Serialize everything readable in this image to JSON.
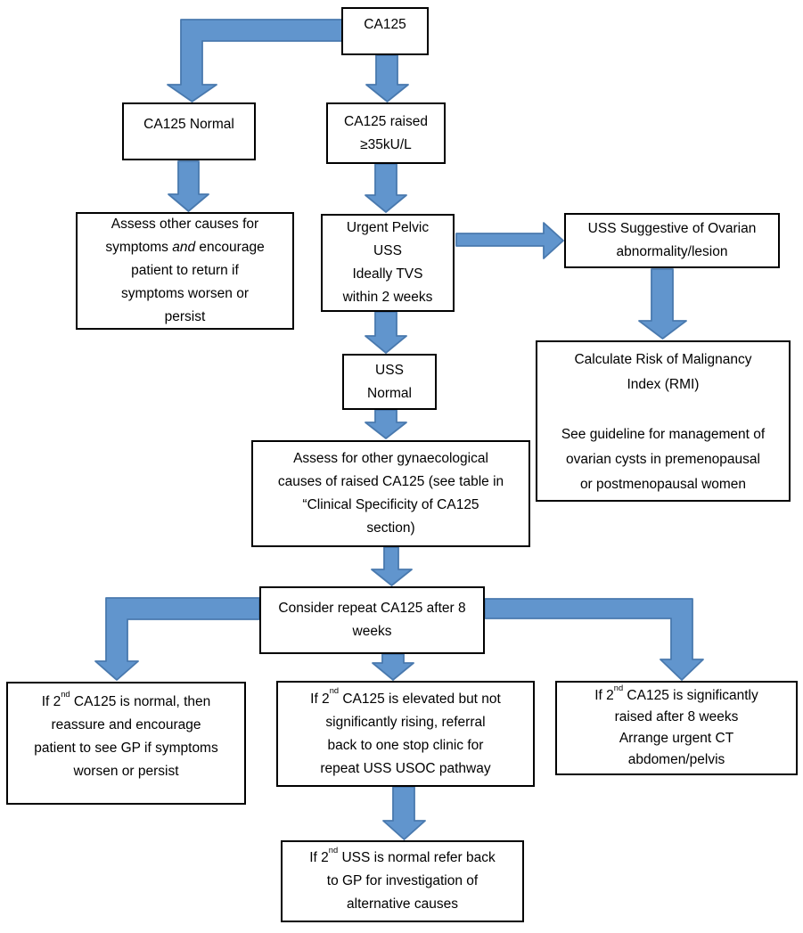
{
  "colors": {
    "arrow_fill": "#6195CD",
    "arrow_stroke": "#4979AE",
    "box_border": "#000000",
    "box_fill": "#FFFFFF",
    "text": "#000000"
  },
  "boxes": {
    "ca125": {
      "text": "CA125"
    },
    "ca125_normal": {
      "text": "CA125 Normal"
    },
    "ca125_raised": {
      "text": "CA125 raised\n≥35kU/L"
    },
    "assess_other": {
      "line1": "Assess other causes for",
      "line2_pre": "symptoms ",
      "line2_italic": "and",
      "line2_post": " encourage",
      "rest": "patient to return if\nsymptoms worsen or\npersist"
    },
    "urgent_uss": {
      "text": "Urgent Pelvic\nUSS\nIdeally TVS\nwithin 2 weeks"
    },
    "uss_suggestive": {
      "text": "USS Suggestive of Ovarian\nabnormality/lesion"
    },
    "rmi": {
      "text": "Calculate Risk of Malignancy\nIndex (RMI)\n\nSee guideline for management of\novarian cysts in premenopausal\nor postmenopausal women"
    },
    "uss_normal": {
      "text": "USS\nNormal"
    },
    "assess_gynae": {
      "text": "Assess for other gynaecological\ncauses of raised CA125 (see table in\n“Clinical Specificity of CA125\nsection)"
    },
    "consider_repeat": {
      "text": "Consider repeat CA125 after 8\nweeks"
    },
    "second_normal": {
      "pre": "If 2",
      "sup": "nd",
      "post": " CA125 is normal, then",
      "rest": "reassure and encourage\npatient to see GP if symptoms\nworsen or persist"
    },
    "second_elevated": {
      "pre": "If 2",
      "sup": "nd",
      "post": " CA125 is elevated but not",
      "rest": "significantly rising, referral\nback to one stop clinic for\nrepeat USS USOC pathway"
    },
    "second_raised": {
      "pre": "If 2",
      "sup": "nd",
      "post": " CA125 is significantly",
      "rest": "raised after 8 weeks\nArrange urgent CT\nabdomen/pelvis"
    },
    "second_uss_normal": {
      "pre": "If 2",
      "sup": "nd",
      "post": " USS is normal refer back",
      "rest": "to GP for investigation of\nalternative causes"
    }
  }
}
